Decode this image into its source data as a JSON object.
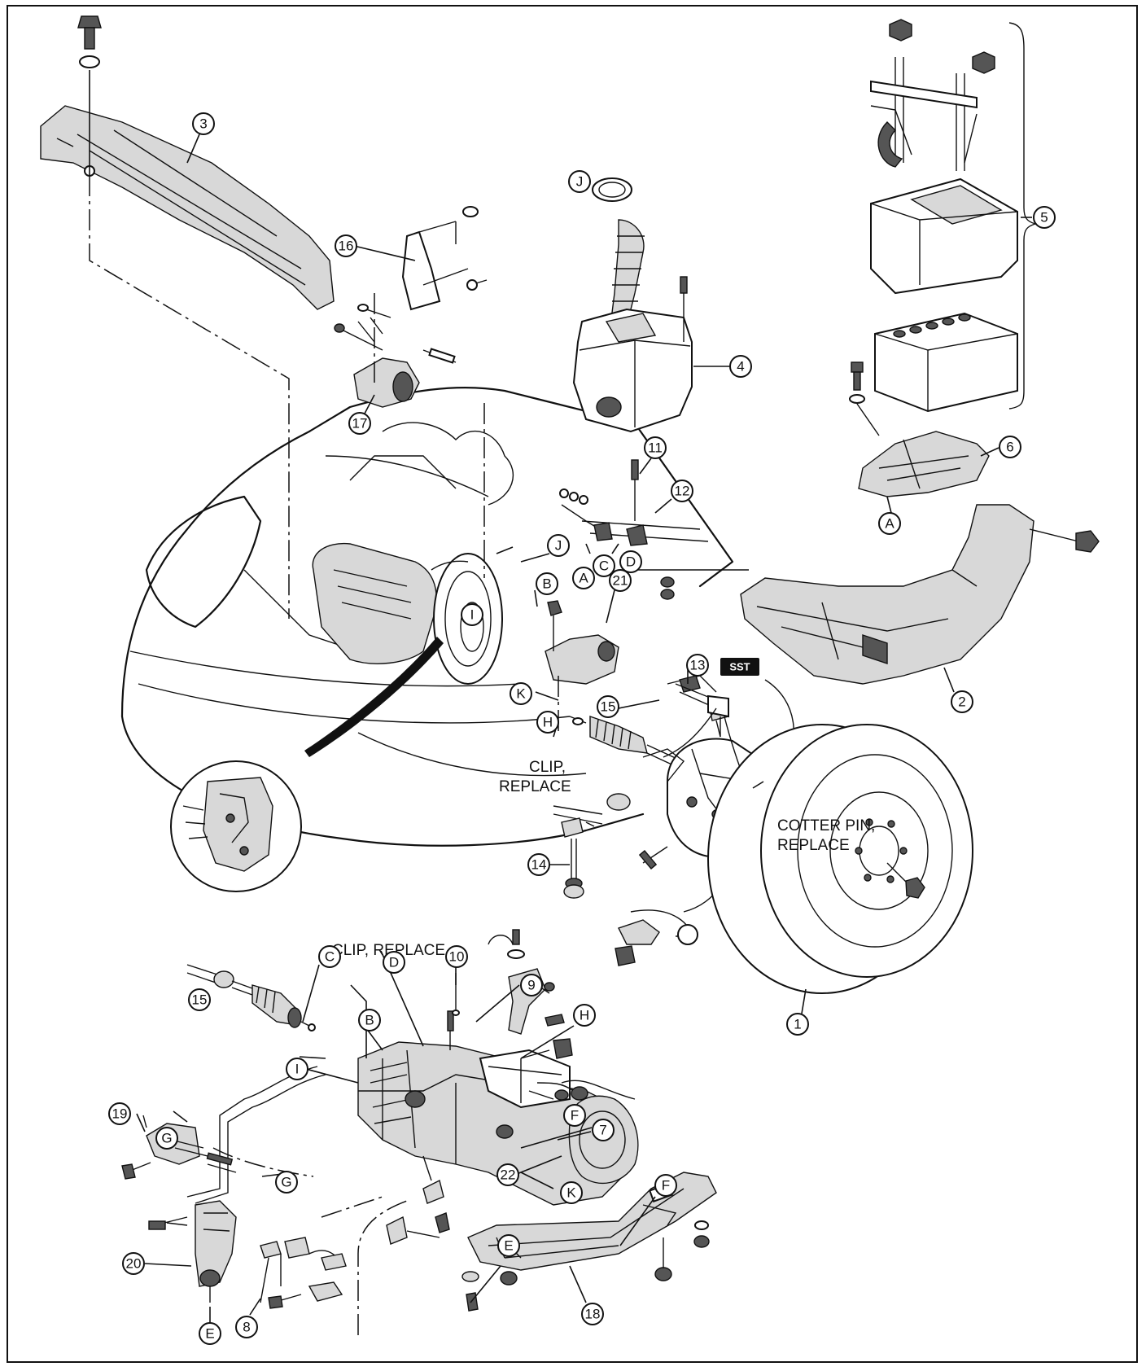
{
  "notes": {
    "clip_replace_upper_l1": "CLIP,",
    "clip_replace_upper_l2": "REPLACE",
    "clip_replace_lower": "CLIP, REPLACE",
    "cotter_pin_l1": "COTTER PIN,",
    "cotter_pin_l2": "REPLACE",
    "sst": "SST"
  },
  "callouts": {
    "p1": "1",
    "p2": "2",
    "p3": "3",
    "p4": "4",
    "p5": "5",
    "p6": "6",
    "p7": "7",
    "p8": "8",
    "p9": "9",
    "p10": "10",
    "p11": "11",
    "p12": "12",
    "p13": "13",
    "p14": "14",
    "p15a": "15",
    "p15b": "15",
    "p16": "16",
    "p17": "17",
    "p18": "18",
    "p19": "19",
    "p20": "20",
    "p21": "21",
    "p22": "22",
    "A_top": "A",
    "A_mid": "A",
    "B_top": "B",
    "B_bot": "B",
    "C_top": "C",
    "C_bot": "C",
    "D_top": "D",
    "D_bot": "D",
    "E_left": "E",
    "E_right": "E",
    "F_right": "F",
    "F_mid": "F",
    "G_top": "G",
    "G_bot": "G",
    "H_top": "H",
    "H_bot": "H",
    "I_top": "I",
    "I_bot": "I",
    "J_top": "J",
    "J_mid": "J",
    "K_top": "K",
    "K_bot": "K"
  }
}
